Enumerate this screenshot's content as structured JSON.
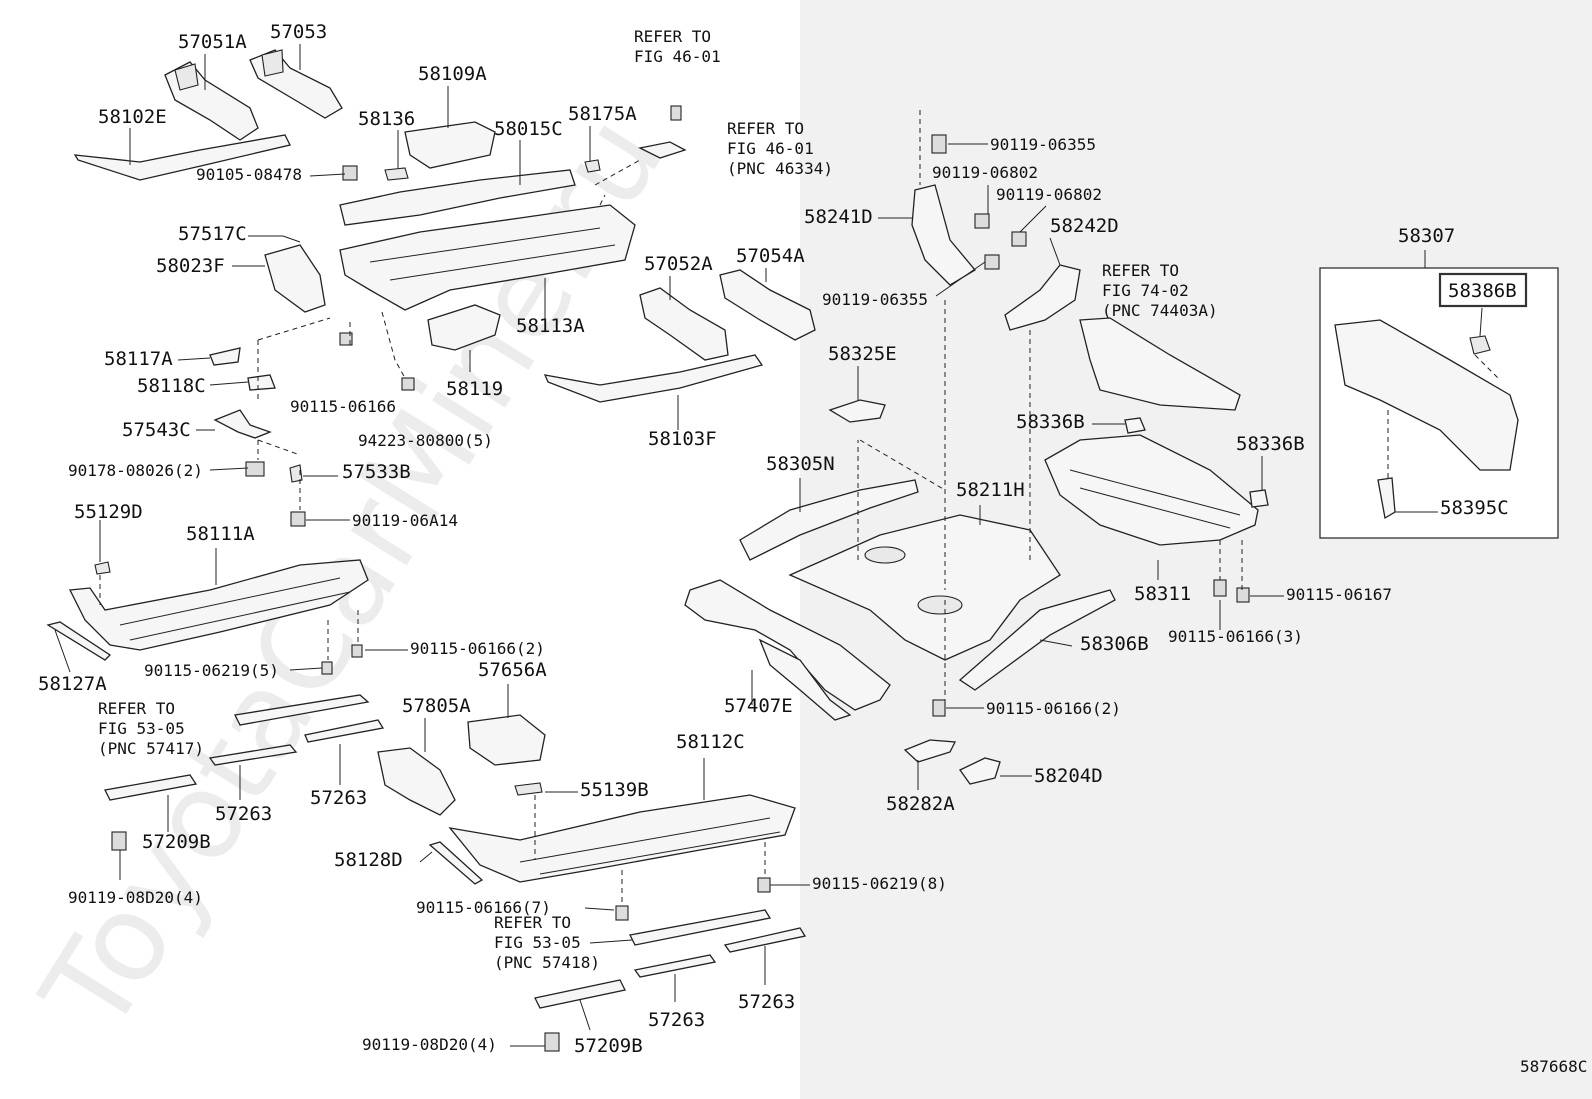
{
  "watermark": "ToyotaCarMine.ru",
  "figure_code": "587668C",
  "highlighted_part": "58386B",
  "labels": {
    "p57051A": "57051A",
    "p57053": "57053",
    "p58102E": "58102E",
    "p58109A": "58109A",
    "p58136": "58136",
    "p58015C": "58015C",
    "p58175A": "58175A",
    "p90105_08478": "90105-08478",
    "p57517C": "57517C",
    "p58023F": "58023F",
    "p58113A": "58113A",
    "p57052A": "57052A",
    "p57054A": "57054A",
    "p58119": "58119",
    "p58103F": "58103F",
    "p58117A": "58117A",
    "p58118C": "58118C",
    "p57543C": "57543C",
    "p90115_06166a": "90115-06166",
    "p94223_80800": "94223-80800(5)",
    "p90178_08026": "90178-08026(2)",
    "p57533B": "57533B",
    "p90119_06A14": "90119-06A14",
    "p55129D": "55129D",
    "p58111A": "58111A",
    "p58127A": "58127A",
    "p90115_06166_2a": "90115-06166(2)",
    "p90115_06219_5": "90115-06219(5)",
    "p57656A": "57656A",
    "p57805A": "57805A",
    "p57263a": "57263",
    "p57263b": "57263",
    "p57209Ba": "57209B",
    "p90119_08D20a": "90119-08D20(4)",
    "p58128D": "58128D",
    "p55139B": "55139B",
    "p58112C": "58112C",
    "p90115_06219_8": "90115-06219(8)",
    "p90115_06166_7": "90115-06166(7)",
    "p57263c": "57263",
    "p57263d": "57263",
    "p57209Bb": "57209B",
    "p90119_08D20b": "90119-08D20(4)",
    "p90119_06355a": "90119-06355",
    "p90119_06802a": "90119-06802",
    "p90119_06802b": "90119-06802",
    "p58241D": "58241D",
    "p58242D": "58242D",
    "p90119_06355b": "90119-06355",
    "p58325E": "58325E",
    "p58305N": "58305N",
    "p58211H": "58211H",
    "p58336Ba": "58336B",
    "p58336Bb": "58336B",
    "p57407E": "57407E",
    "p58306B": "58306B",
    "p90115_06166_2b": "90115-06166(2)",
    "p58282A": "58282A",
    "p58204D": "58204D",
    "p58311": "58311",
    "p90115_06167": "90115-06167",
    "p90115_06166_3": "90115-06166(3)",
    "p58307": "58307",
    "p58386B": "58386B",
    "p58395C": "58395C"
  },
  "refs": {
    "r1": [
      "REFER TO",
      "FIG 46-01"
    ],
    "r2": [
      "REFER TO",
      "FIG 46-01",
      "(PNC 46334)"
    ],
    "r3": [
      "REFER TO",
      "FIG 74-02",
      "(PNC 74403A)"
    ],
    "r4": [
      "REFER TO",
      "FIG 53-05",
      "(PNC 57417)"
    ],
    "r5": [
      "REFER TO",
      "FIG 53-05",
      "(PNC 57418)"
    ]
  }
}
